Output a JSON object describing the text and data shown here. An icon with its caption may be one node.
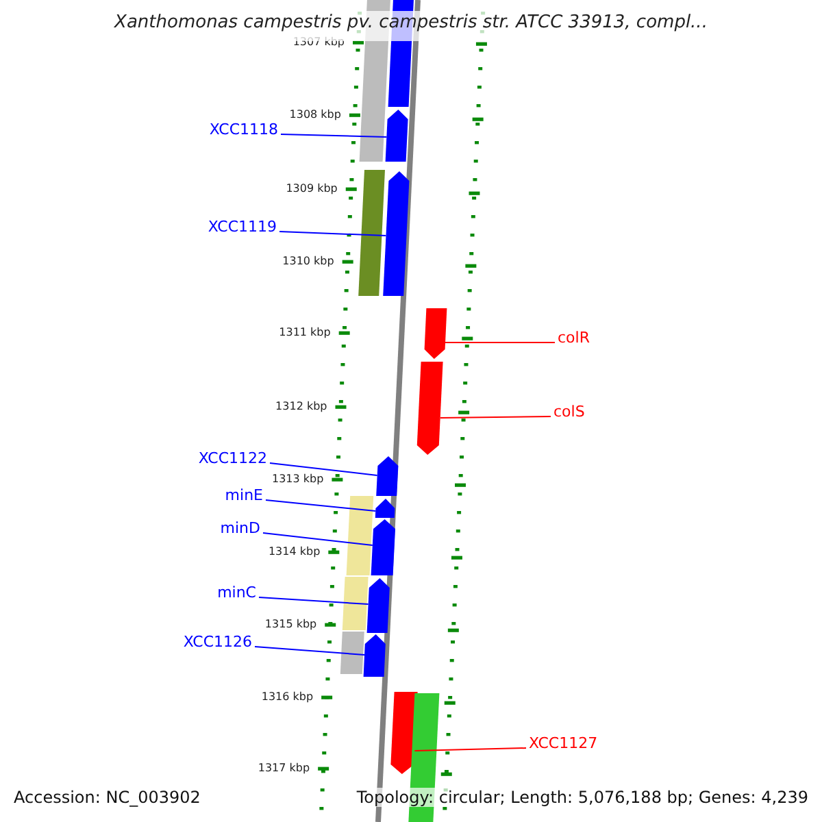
{
  "diagram": {
    "title": "Xanthomonas campestris pv. campestris str. ATCC 33913, compl...",
    "nodes": [
      {
        "text": [
          "XCC1118"
        ]
      },
      {
        "text": [
          "XCC1119"
        ]
      },
      {
        "text": [
          "colR"
        ]
      },
      {
        "text": [
          "colS"
        ]
      },
      {
        "text": [
          "XCC1122"
        ]
      },
      {
        "text": [
          "minE"
        ]
      },
      {
        "text": [
          "minD"
        ]
      },
      {
        "text": [
          "minC"
        ]
      },
      {
        "text": [
          "XCC1126"
        ]
      },
      {
        "text": [
          "XCC1127"
        ]
      },
      {
        "text": [],
        "shape": "arrow"
      },
      {
        "text": [],
        "shape": "arrow"
      },
      {
        "text": [],
        "shape": "arrow"
      },
      {
        "text": [],
        "shape": "arrow"
      },
      {
        "text": [],
        "shape": "arrow"
      },
      {
        "text": [],
        "shape": "arrow"
      },
      {
        "text": [],
        "shape": "arrow"
      },
      {
        "text": [],
        "shape": "arrow"
      },
      {
        "text": [],
        "shape": "arrow"
      },
      {
        "text": [],
        "shape": "arrow"
      },
      {
        "text": [],
        "shape": "box"
      },
      {
        "text": [],
        "shape": "box"
      },
      {
        "text": [],
        "shape": "box"
      },
      {
        "text": [],
        "shape": "box"
      },
      {
        "text": [],
        "shape": "box"
      },
      {
        "text": [],
        "shape": "box"
      },
      {
        "text": [],
        "shape": "box"
      }
    ],
    "edges": [
      {
        "from": 0,
        "to": 10,
        "arrow": "none"
      },
      {
        "from": 1,
        "to": 11,
        "arrow": "none"
      },
      {
        "from": 2,
        "to": 12,
        "arrow": "none",
        "color": "#ff0000"
      },
      {
        "from": 3,
        "to": 13,
        "arrow": "none",
        "color": "#ff0000"
      },
      {
        "from": 4,
        "to": 14,
        "arrow": "none"
      },
      {
        "from": 5,
        "to": 15,
        "arrow": "none"
      },
      {
        "from": 6,
        "to": 16,
        "arrow": "none"
      },
      {
        "from": 7,
        "to": 17,
        "arrow": "none"
      },
      {
        "from": 8,
        "to": 18,
        "arrow": "none"
      },
      {
        "from": 9,
        "to": 19,
        "arrow": "none",
        "color": "#ff0000"
      }
    ],
    "labels": [
      "1307 kbp",
      "1308 kbp",
      "1309 kbp",
      "1310 kbp",
      "1311 kbp",
      "1312 kbp",
      "1313 kbp",
      "1314 kbp",
      "1315 kbp",
      "1316 kbp",
      "1317 kbp",
      "Accession: NC_003902",
      "Topology: circular; Length: 5,076,188 bp; Genes: 4,239"
    ]
  }
}
